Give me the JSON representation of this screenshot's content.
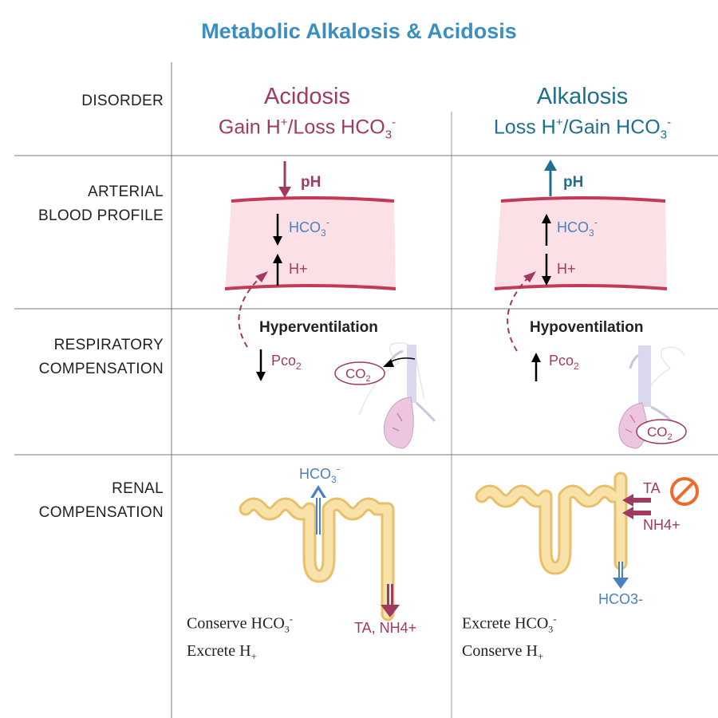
{
  "title": "Metabolic Alkalosis & Acidosis",
  "rows": {
    "disorder": "DISORDER",
    "arterial_1": "ARTERIAL",
    "arterial_2": "BLOOD PROFILE",
    "respiratory_1": "RESPIRATORY",
    "respiratory_2": "COMPENSATION",
    "renal_1": "RENAL",
    "renal_2": "COMPENSATION"
  },
  "acidosis": {
    "name": "Acidosis",
    "sub_gain": "Gain H",
    "sub_plus": "+",
    "sub_loss": "/Loss HCO",
    "sub_3": "3",
    "sub_minus": "-",
    "ph": "pH",
    "hco3": "HCO",
    "hco3_sub": "3",
    "hco3_sup": "-",
    "h": "H+",
    "ventilation": "Hyperventilation",
    "pco": "Pco",
    "pco_sub": "2",
    "co": "CO",
    "co_sub": "2",
    "renal_top": "HCO",
    "renal_top_sub": "3",
    "renal_top_sup": "-",
    "renal_bottom": "TA, NH4+",
    "note_1a": "Conserve HCO",
    "note_1b": "3",
    "note_1c": "-",
    "note_2a": "Excrete H",
    "note_2b": "+"
  },
  "alkalosis": {
    "name": "Alkalosis",
    "sub_loss": "Loss H",
    "sub_plus": "+",
    "sub_gain": "/Gain HCO",
    "sub_3": "3",
    "sub_minus": "-",
    "ph": "pH",
    "hco3": "HCO",
    "hco3_sub": "3",
    "hco3_sup": "-",
    "h": "H+",
    "ventilation": "Hypoventilation",
    "pco": "Pco",
    "pco_sub": "2",
    "co": "CO",
    "co_sub": "2",
    "renal_ta": "TA",
    "renal_nh4": "NH4+",
    "renal_bottom": "HCO3-",
    "note_1a": "Excrete HCO",
    "note_1b": "3",
    "note_1c": "-",
    "note_2a": "Conserve H",
    "note_2b": "+"
  },
  "colors": {
    "title": "#3a8fc0",
    "acidosis": "#a03a5e",
    "alkalosis": "#1e6f8e",
    "hco3_blue": "#4a7fc0",
    "blood_fill": "#fbe1e6",
    "blood_edge": "#c23a55",
    "tubule": "#f5d48a",
    "block": "#ee6a2c"
  }
}
